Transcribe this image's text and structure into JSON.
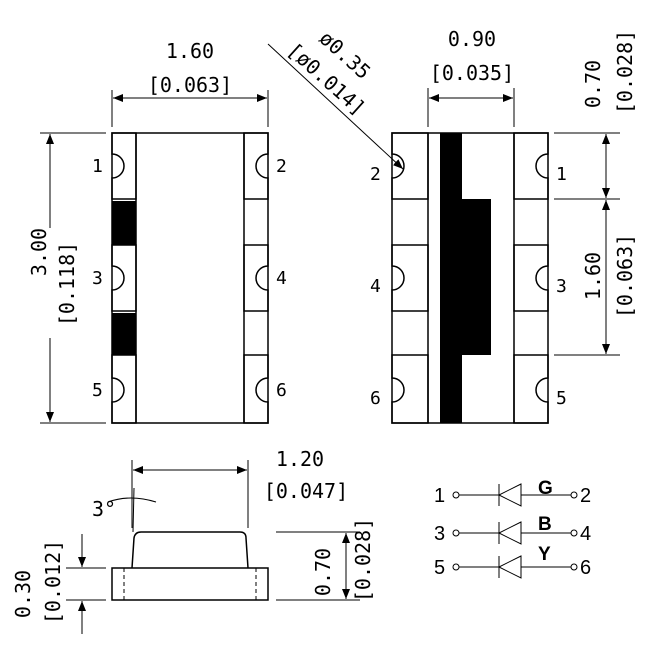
{
  "top_view": {
    "width_mm": "1.60",
    "width_in": "[0.063]",
    "height_mm": "3.00",
    "height_in": "[0.118]",
    "pins": [
      "1",
      "2",
      "3",
      "4",
      "5",
      "6"
    ]
  },
  "bottom_view": {
    "hole_mm": "ø0.35",
    "hole_in": "[ø0.014]",
    "width_mm": "0.90",
    "width_in": "[0.035]",
    "pitch_top_mm": "0.70",
    "pitch_top_in": "[0.028]",
    "pitch_mm": "1.60",
    "pitch_in": "[0.063]",
    "pins": [
      "2",
      "1",
      "4",
      "3",
      "6",
      "5"
    ]
  },
  "side_view": {
    "angle": "3°",
    "lens_width_mm": "1.20",
    "lens_width_in": "[0.047]",
    "base_height_mm": "0.30",
    "base_height_in": "[0.012]",
    "total_height_mm": "0.70",
    "total_height_in": "[0.028]"
  },
  "schematic": {
    "rows": [
      {
        "left_pin": "1",
        "right_pin": "2",
        "color": "G"
      },
      {
        "left_pin": "3",
        "right_pin": "4",
        "color": "B"
      },
      {
        "left_pin": "5",
        "right_pin": "6",
        "color": "Y"
      }
    ]
  }
}
